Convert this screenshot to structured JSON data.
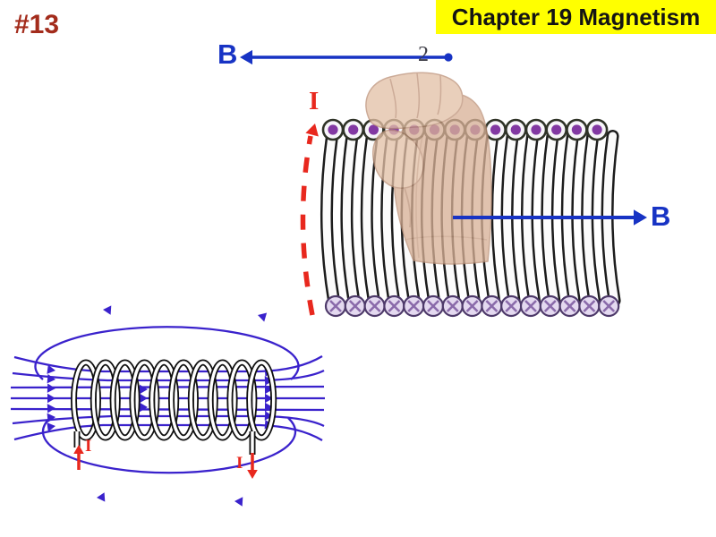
{
  "slide_number": "#13",
  "banner": {
    "text": "Chapter 19 Magnetism",
    "bg_color": "#ffff00",
    "text_color": "#141414"
  },
  "top_field_arrow": {
    "b_label": "B",
    "point_label": "2"
  },
  "solenoid_hand_figure": {
    "current_label": "I",
    "field_label": "B",
    "top_dot_count": 14,
    "bottom_cross_count": 15,
    "rib_count": 15,
    "dot_color": "#8238a2",
    "dot_ring_stroke": "#2f3327",
    "cross_fill": "#e4d9f0",
    "cross_stroke": "#4e3a6a",
    "cross_line_color": "#8a6aaa"
  },
  "coil_field_figure": {
    "left_current_label": "I",
    "right_current_label": "I",
    "loop_count": 10,
    "field_line_count": 7
  },
  "colors": {
    "blue_arrow": "#1733c4",
    "field_blue": "#3a22cc",
    "red": "#e8281e",
    "dark_red": "#a32c1c",
    "point_gray": "#3d3d46",
    "skin": "#d8b197",
    "skin_light": "#e3c0a6",
    "skin_shadow": "#bd9278"
  }
}
